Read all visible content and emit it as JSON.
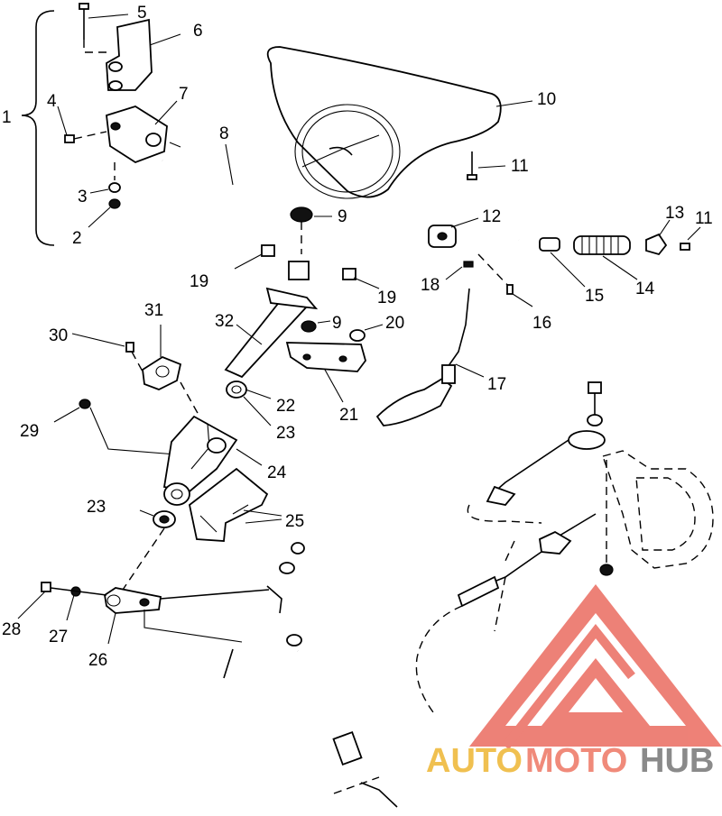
{
  "diagram": {
    "callouts": [
      "1",
      "2",
      "3",
      "4",
      "5",
      "6",
      "7",
      "8",
      "9",
      "9",
      "10",
      "11",
      "11",
      "12",
      "13",
      "14",
      "15",
      "16",
      "17",
      "18",
      "19",
      "19",
      "20",
      "21",
      "22",
      "23",
      "23",
      "24",
      "25",
      "26",
      "27",
      "28",
      "29",
      "30",
      "31",
      "32"
    ]
  },
  "watermark": {
    "word_auto": "AUTO",
    "word_moto": "MOTO",
    "word_hub": "HUB",
    "colors": {
      "triangle": "#e8574a",
      "auto": "#f0c050",
      "moto": "#f08a7a",
      "hub": "#8a8a8a"
    }
  }
}
